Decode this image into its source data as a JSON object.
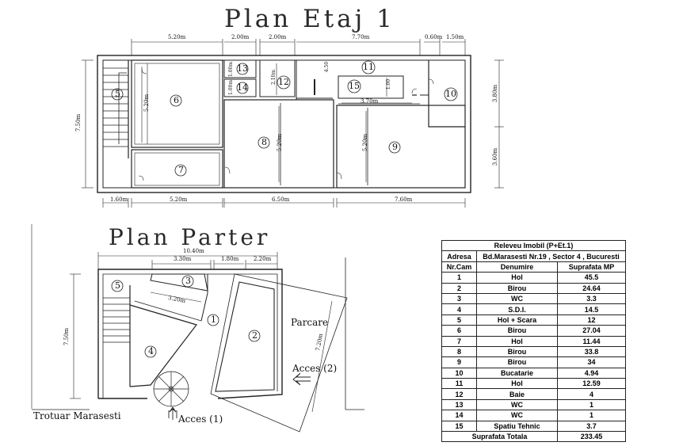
{
  "titles": {
    "etaj": "Plan Etaj 1",
    "parter": "Plan Parter"
  },
  "etaj_dimensions": {
    "top": [
      "5.20m",
      "2.00m",
      "2.00m",
      "7.70m",
      "0.60m",
      "1.50m"
    ],
    "bottom": [
      "1.60m",
      "5.20m",
      "6.50m",
      "7.60m"
    ],
    "left": "7.50m",
    "right_upper": "3.80m",
    "right_lower": "3.60m",
    "inner": [
      "5.20m",
      "5.20m",
      "5.20m",
      "1.00m",
      "1.00m",
      "2.10m",
      "4.50",
      "1.00",
      "3.70m"
    ]
  },
  "etaj_rooms": [
    "5",
    "6",
    "7",
    "8",
    "9",
    "10",
    "11",
    "12",
    "13",
    "14",
    "15"
  ],
  "parter_dimensions": {
    "top_total": "10.40m",
    "top": [
      "3.30m",
      "1.80m",
      "2.20m"
    ],
    "left": "7.50m",
    "inner": "3.20m",
    "diagonal": "7.20m"
  },
  "parter_rooms": [
    "1",
    "2",
    "3",
    "4",
    "5"
  ],
  "labels": {
    "parcare": "Parcare",
    "acces2": "Acces (2)",
    "acces1": "Acces (1)",
    "trotuar": "Trotuar Marasesti"
  },
  "table": {
    "title": "Releveu Imobil (P+Et.1)",
    "address_label": "Adresa",
    "address": "Bd.Marasesti Nr.19 , Sector 4 , Bucuresti",
    "headers": [
      "Nr.Cam",
      "Denumire",
      "Suprafata MP"
    ],
    "rows": [
      [
        "1",
        "Hol",
        "45.5"
      ],
      [
        "2",
        "Birou",
        "24.64"
      ],
      [
        "3",
        "WC",
        "3.3"
      ],
      [
        "4",
        "S.D.I.",
        "14.5"
      ],
      [
        "5",
        "Hol + Scara",
        "12"
      ],
      [
        "6",
        "Birou",
        "27.04"
      ],
      [
        "7",
        "Hol",
        "11.44"
      ],
      [
        "8",
        "Birou",
        "33.8"
      ],
      [
        "9",
        "Birou",
        "34"
      ],
      [
        "10",
        "Bucatarie",
        "4.94"
      ],
      [
        "11",
        "Hol",
        "12.59"
      ],
      [
        "12",
        "Baie",
        "4"
      ],
      [
        "13",
        "WC",
        "1"
      ],
      [
        "14",
        "WC",
        "1"
      ],
      [
        "15",
        "Spatiu Tehnic",
        "3.7"
      ]
    ],
    "total_label": "Suprafata Totala",
    "total": "233.45"
  }
}
